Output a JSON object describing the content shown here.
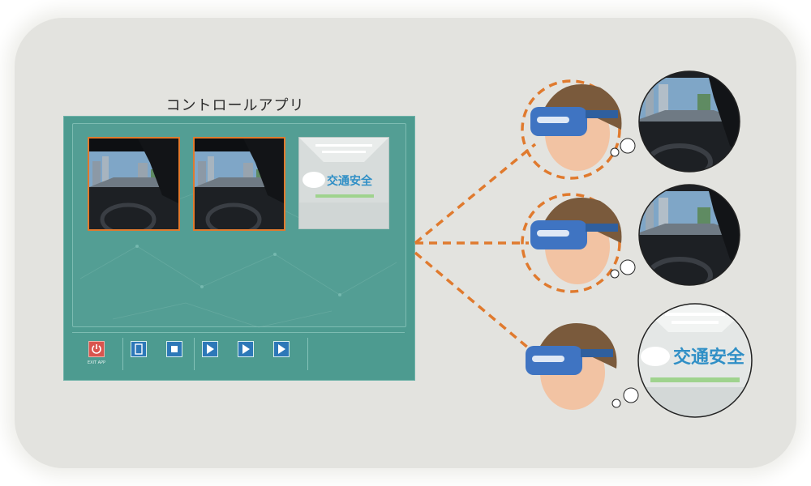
{
  "control_app": {
    "title": "コントロールアプリ",
    "toolbar": {
      "exit_label": "EXIT APP"
    }
  },
  "title_screen": {
    "text": "交通安全"
  },
  "colors": {
    "panel": "#4d9b90",
    "accent_orange": "#e07a2e",
    "button_blue": "#2d78b8",
    "exit_red": "#d9544e",
    "background": "#e3e3df"
  }
}
